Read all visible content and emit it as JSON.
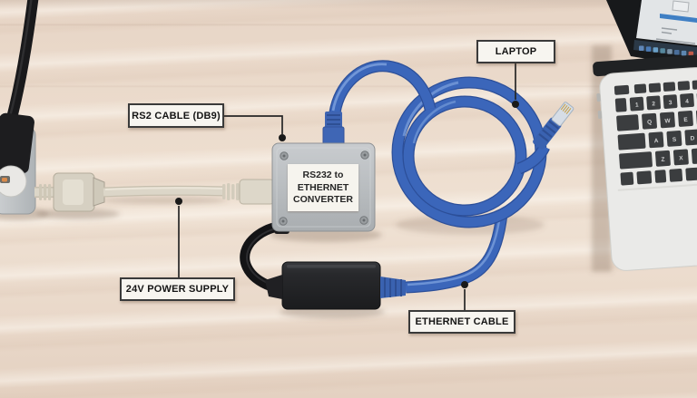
{
  "annotations": {
    "rs2_cable": {
      "label": "RS2 CABLE (DB9)"
    },
    "laptop": {
      "label": "LAPTOP"
    },
    "power_supply": {
      "label": "24V POWER SUPPLY"
    },
    "ethernet_cable": {
      "label": "ETHERNET CABLE"
    },
    "converter": {
      "line1": "RS232 to",
      "line2": "ETHERNET",
      "line3": "CONVERTER"
    }
  },
  "laptop_screen": {
    "progress_bar_color": "#3f7fc4",
    "taskbar_icon_colors": [
      "#5f87b8",
      "#4a7ab5",
      "#6aa0c8",
      "#56889e",
      "#7b93a8",
      "#4a6e9a",
      "#5d87b0",
      "#c05a4a"
    ]
  },
  "keyboard": {
    "number_row": [
      "1",
      "2",
      "3",
      "4"
    ],
    "letter_rows": [
      [
        "Q",
        "W",
        "E"
      ],
      [
        "A",
        "S",
        "D"
      ],
      [
        "Z",
        "X"
      ]
    ]
  },
  "colors": {
    "ethernet_blue": "#3b66ba",
    "label_bg": "#f7f5f0",
    "label_border": "#3a3a3a",
    "desk": "#ecdccd",
    "converter_gray": "#bcc0c3",
    "brick_black": "#26282b"
  }
}
